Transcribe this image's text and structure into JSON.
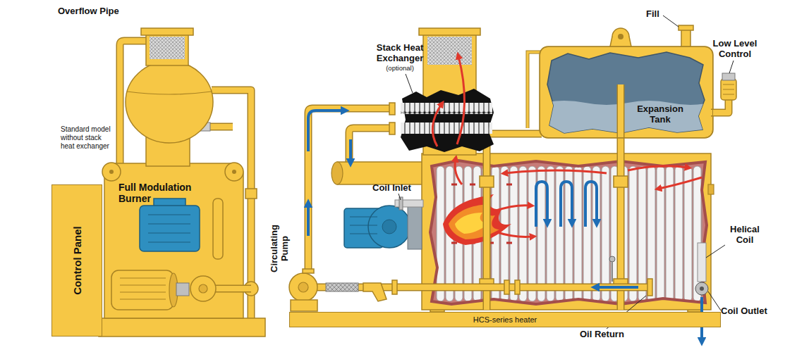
{
  "diagram": {
    "nodes": [
      {
        "text": [
          "Control Panel"
        ]
      },
      {
        "text": [
          "Expansion Tank"
        ]
      },
      {
        "text": [
          "HCS-series heater"
        ]
      }
    ],
    "labels": [
      "Overflow Pipe",
      "Standard model without stack heat exchanger",
      "Full Modulation Burner",
      "Stack Heat Exchanger",
      "(optional)",
      "Circulating Pump",
      "Coil Inlet",
      "Fill",
      "Low Level Control",
      "Helical Coil",
      "Coil Outlet",
      "Oil Return"
    ]
  }
}
